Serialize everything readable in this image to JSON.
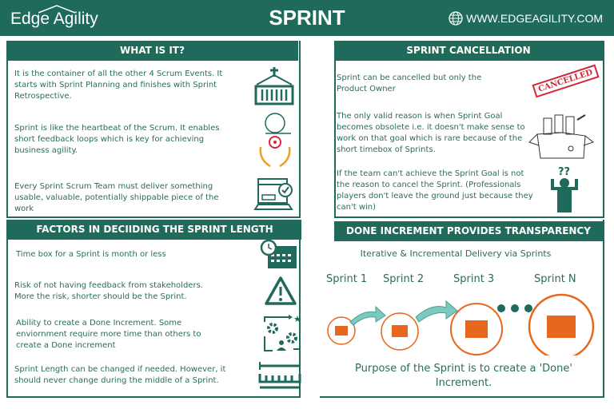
{
  "header": {
    "logo": "Edge Agility",
    "title": "SPRINT",
    "website": "WWW.EDGEAGILITY.COM"
  },
  "what_is_it": {
    "title": "WHAT IS IT?",
    "items": [
      "It is the container of all the other 4 Scrum Events. It starts with Sprint Planning and finishes with Sprint Retrospective.",
      "Sprint is like the heartbeat of the Scrum. It enables short feedback loops which is key for achieving business agility.",
      "Every Sprint Scrum Team must deliver something usable, valuable, potentially shippable piece of the work"
    ]
  },
  "factors": {
    "title": "FACTORS IN DECIIDING THE SPRINT LENGTH",
    "items": [
      "Time box for a Sprint is  month or less",
      "Risk of not having feedback from stakeholders. More the risk, shorter should be the Sprint.",
      "Ability to create a Done Increment. Some enviornment require more time than others to create a Done increment",
      "Sprint Length can be changed if needed. However, it should never change during the middle of a Sprint."
    ]
  },
  "cancellation": {
    "title": "SPRINT CANCELLATION",
    "stamp": "CANCELLED",
    "items": [
      "Sprint can be cancelled but only the Product Owner",
      "The only valid reason is when Sprint Goal becomes obsolete i.e. it doesn't make sense to work on that goal which is rare because of the short timebox of Sprints.",
      "If the team can't achieve the Sprint Goal is not the reason to cancel the Sprint. (Professionals players don't leave the ground just because they can't win)"
    ],
    "question": "??"
  },
  "done": {
    "title": "DONE INCREMENT PROVIDES TRANSPARENCY",
    "subtitle": "Iterative & Incremental Delivery via Sprints",
    "sprints": [
      "Sprint 1",
      "Sprint 2",
      "Sprint 3",
      "Sprint N"
    ],
    "purpose": "Purpose of the Sprint is to create a 'Done' Increment."
  },
  "colors": {
    "teal": "#1f6a5b",
    "orange": "#e8671f",
    "red": "#d0293a",
    "mint": "#7cc9bf"
  }
}
